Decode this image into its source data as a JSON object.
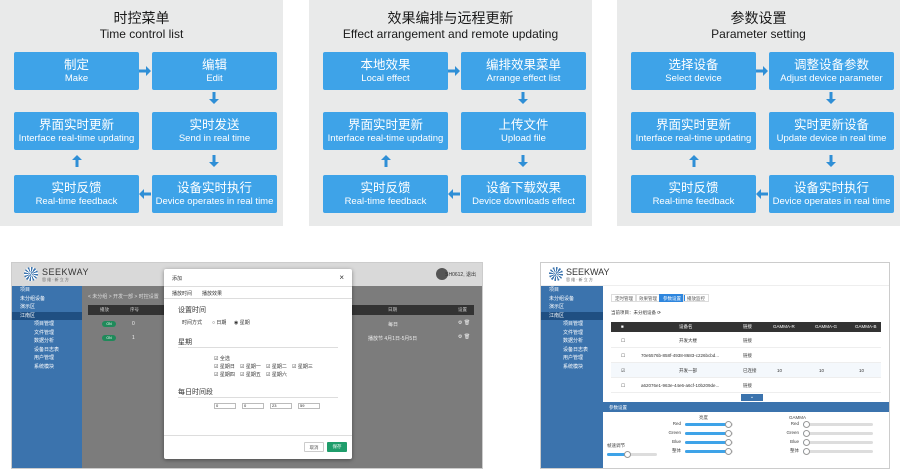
{
  "panels": [
    {
      "title_zh": "时控菜单",
      "title_en": "Time control list",
      "boxes": [
        {
          "zh": "制定",
          "en": "Make"
        },
        {
          "zh": "编辑",
          "en": "Edit"
        },
        {
          "zh": "实时发送",
          "en": "Send in real time"
        },
        {
          "zh": "设备实时执行",
          "en": "Device operates in real time"
        },
        {
          "zh": "实时反馈",
          "en": "Real-time feedback"
        },
        {
          "zh": "界面实时更新",
          "en": "Interface real-time updating"
        }
      ]
    },
    {
      "title_zh": "效果编排与远程更新",
      "title_en": "Effect arrangement and remote updating",
      "boxes": [
        {
          "zh": "本地效果",
          "en": "Local effect"
        },
        {
          "zh": "编排效果菜单",
          "en": "Arrange effect list"
        },
        {
          "zh": "上传文件",
          "en": "Upload file"
        },
        {
          "zh": "设备下载效果",
          "en": "Device downloads effect"
        },
        {
          "zh": "实时反馈",
          "en": "Real-time feedback"
        },
        {
          "zh": "界面实时更新",
          "en": "Interface real-time updating"
        }
      ]
    },
    {
      "title_zh": "参数设置",
      "title_en": "Parameter setting",
      "boxes": [
        {
          "zh": "选择设备",
          "en": "Select device"
        },
        {
          "zh": "调整设备参数",
          "en": "Adjust device parameter"
        },
        {
          "zh": "实时更新设备",
          "en": "Update device in real time"
        },
        {
          "zh": "设备实时执行",
          "en": "Device operates in real time"
        },
        {
          "zh": "实时反馈",
          "en": "Real-time feedback"
        },
        {
          "zh": "界面实时更新",
          "en": "Interface real-time updating"
        }
      ]
    }
  ],
  "shot1": {
    "logo": "SEEKWAY",
    "logo_sub": "思 维 · 新 立 方",
    "user": "SH0612, 退出",
    "sidebar": [
      "项目",
      "未分组设备",
      "演示区",
      "江南区",
      "项目管理",
      "文件管理",
      "数据分析",
      "设备日志表",
      "用户管理",
      "系统模块"
    ],
    "breadcrumb": "< 未分组 > 开发一部 > 时控设置",
    "table": {
      "headers": [
        "播放",
        "序号",
        "日期",
        "设置"
      ],
      "rows": [
        {
          "toggle": "ON",
          "index": "0",
          "date": "每日"
        },
        {
          "toggle": "ON",
          "index": "1",
          "date": "播放节 4月1日-5月5日"
        }
      ]
    },
    "modal": {
      "title": "添加",
      "close": "×",
      "tabs": [
        "播放时间",
        "播放效果"
      ],
      "section_time": "设置时间",
      "time_mode_label": "时间方式",
      "time_mode_options": [
        "日期",
        "星期"
      ],
      "section_week": "星期",
      "all_label": "全选",
      "weekdays": [
        "星期日",
        "星期一",
        "星期二",
        "星期三",
        "星期四",
        "星期五",
        "星期六"
      ],
      "section_daily": "每日时间段",
      "times": [
        "0",
        "0",
        "23",
        "59"
      ],
      "cancel": "取消",
      "save": "保存"
    }
  },
  "shot2": {
    "logo": "SEEKWAY",
    "logo_sub": "思 维 · 新 立 方",
    "sidebar": [
      "项目",
      "未分组设备",
      "演示区",
      "江南区",
      "项目管理",
      "文件管理",
      "数据分析",
      "设备日志表",
      "用户管理",
      "系统模块"
    ],
    "tabs": [
      "定时管理",
      "效果管理",
      "参数设置",
      "播放监控"
    ],
    "current_project": "当前项目：未分组设备",
    "table": {
      "headers": [
        "设备名",
        "链接",
        "GAMMA-R",
        "GAMMA-G",
        "GAMMA-B"
      ],
      "rows": [
        {
          "name": "开发大楼",
          "link": "链接",
          "r": "",
          "g": "",
          "b": "",
          "checked": false
        },
        {
          "name": "70e5576b-858f-4938-8683-c226bcbd...",
          "link": "链接",
          "r": "",
          "g": "",
          "b": "",
          "checked": false
        },
        {
          "name": "开发一部",
          "link": "已连接",
          "r": "10",
          "g": "10",
          "b": "10",
          "checked": true
        },
        {
          "name": "a62076e1-963e-44e6-a6cf-10b209de...",
          "link": "链接",
          "r": "",
          "g": "",
          "b": "",
          "checked": false
        }
      ]
    },
    "panel": {
      "title": "参数设置",
      "brightness_title": "亮度",
      "gamma_title": "GAMMA",
      "speed_label": "帧速调节",
      "channels": [
        "Red",
        "Green",
        "Blue",
        "整体"
      ],
      "brightness_levels": [
        0.9,
        0.9,
        0.9,
        0.9
      ],
      "gamma_levels": [
        0.05,
        0.05,
        0.05,
        0.05
      ],
      "speed_level": 0.4
    }
  }
}
